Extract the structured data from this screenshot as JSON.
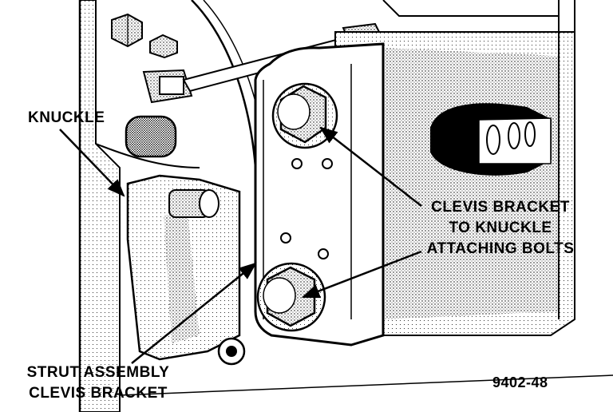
{
  "labels": {
    "knuckle": "KNUCKLE",
    "bolts": {
      "line1": "CLEVIS BRACKET",
      "line2": "TO KNUCKLE",
      "line3": "ATTACHING BOLTS"
    },
    "strut": {
      "line1": "STRUT ASSEMBLY",
      "line2": "CLEVIS BRACKET"
    },
    "figure_number": "9402-48"
  }
}
